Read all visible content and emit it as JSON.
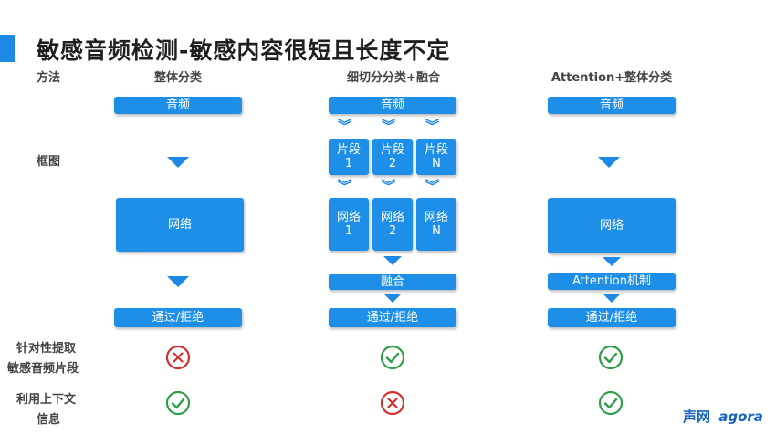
{
  "title": "敏感音频检测-敏感内容很短且长度不定",
  "header": {
    "method": "方法",
    "col1": "整体分类",
    "col2": "细切分分类+融合",
    "col3": "Attention+整体分类"
  },
  "rows": {
    "framework": "框图",
    "targeted_line1": "针对性提取",
    "targeted_line2": "敏感音频片段",
    "context_line1": "利用上下文",
    "context_line2": "信息"
  },
  "col1": {
    "input": "音频",
    "network": "网络",
    "output": "通过/拒绝"
  },
  "col2": {
    "input": "音频",
    "segments": [
      {
        "line1": "片段",
        "line2": "1"
      },
      {
        "line1": "片段",
        "line2": "2"
      },
      {
        "line1": "片段",
        "line2": "N"
      }
    ],
    "networks": [
      {
        "line1": "网络",
        "line2": "1"
      },
      {
        "line1": "网络",
        "line2": "2"
      },
      {
        "line1": "网络",
        "line2": "N"
      }
    ],
    "fusion": "融合",
    "output": "通过/拒绝"
  },
  "col3": {
    "input": "音频",
    "network": "网络",
    "attention": "Attention机制",
    "output": "通过/拒绝"
  },
  "results": {
    "targeted": [
      "cross-icon",
      "check-icon",
      "check-icon"
    ],
    "context": [
      "check-icon",
      "cross-icon",
      "check-icon"
    ]
  },
  "brand": {
    "cn": "声网",
    "en": "agora"
  },
  "colors": {
    "accent": "#1e88e5",
    "box": "#1e8fe8",
    "check": "#2e9e48",
    "cross": "#d32f2f"
  }
}
